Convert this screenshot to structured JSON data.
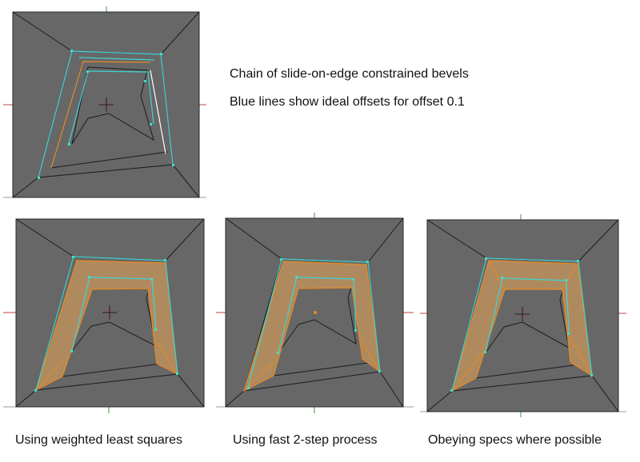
{
  "header": {
    "line1": "Chain of slide-on-edge constrained bevels",
    "line2": "Blue lines show ideal offsets for offset 0.1"
  },
  "panels": [
    {
      "id": "reference",
      "caption": ""
    },
    {
      "id": "weighted-least-squares",
      "caption": "Using weighted least squares"
    },
    {
      "id": "fast-2-step",
      "caption": "Using fast 2-step process"
    },
    {
      "id": "obeying-specs",
      "caption": "Obeying specs where possible"
    }
  ],
  "colors": {
    "viewport_bg": "#676767",
    "edge": "#1c1c1c",
    "ideal_offset": "#3fd3d3",
    "bevel_face": "#b08a5f",
    "bevel_edge": "#e58a23",
    "selected_edge": "#ffffff",
    "vertex": "#3fe0c8",
    "axis_x": "#c04040",
    "axis_y": "#3a9a3a",
    "grid": "#999999"
  }
}
